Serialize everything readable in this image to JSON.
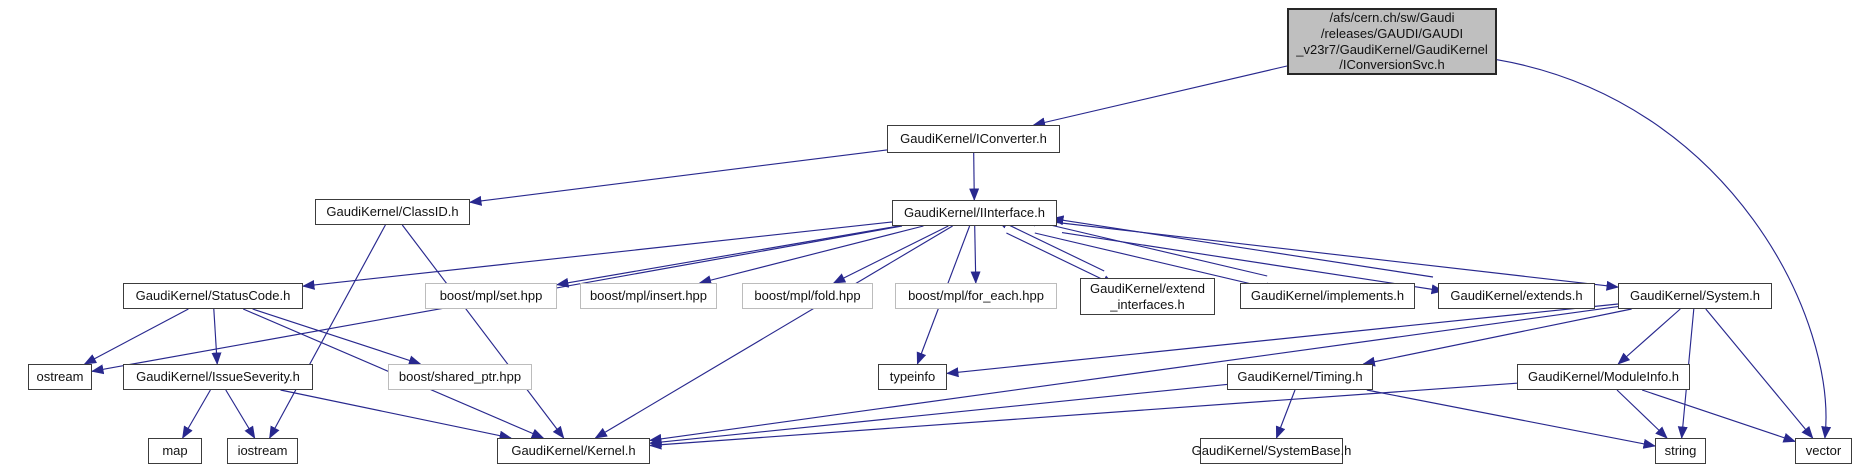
{
  "diagram": {
    "kind": "include-dependency-graph",
    "background_color": "#ffffff",
    "edge_color": "#28288E",
    "current_node_fill": "#bfbfbf",
    "nodes": [
      {
        "id": "conv",
        "label": "/afs/cern.ch/sw/Gaudi\n/releases/GAUDI/GAUDI\n_v23r7/GaudiKernel/GaudiKernel\n/IConversionSvc.h",
        "kind": "current"
      },
      {
        "id": "iconverter",
        "label": "GaudiKernel/IConverter.h",
        "kind": "internal"
      },
      {
        "id": "classid",
        "label": "GaudiKernel/ClassID.h",
        "kind": "internal"
      },
      {
        "id": "iinterface",
        "label": "GaudiKernel/IInterface.h",
        "kind": "internal"
      },
      {
        "id": "statuscode",
        "label": "GaudiKernel/StatusCode.h",
        "kind": "internal"
      },
      {
        "id": "mpl_set",
        "label": "boost/mpl/set.hpp",
        "kind": "external"
      },
      {
        "id": "mpl_insert",
        "label": "boost/mpl/insert.hpp",
        "kind": "external"
      },
      {
        "id": "mpl_fold",
        "label": "boost/mpl/fold.hpp",
        "kind": "external"
      },
      {
        "id": "mpl_foreach",
        "label": "boost/mpl/for_each.hpp",
        "kind": "external"
      },
      {
        "id": "extintf",
        "label": "GaudiKernel/extend\n_interfaces.h",
        "kind": "internal"
      },
      {
        "id": "implements",
        "label": "GaudiKernel/implements.h",
        "kind": "internal"
      },
      {
        "id": "extends",
        "label": "GaudiKernel/extends.h",
        "kind": "internal"
      },
      {
        "id": "system",
        "label": "GaudiKernel/System.h",
        "kind": "internal"
      },
      {
        "id": "ostream",
        "label": "ostream",
        "kind": "leaf"
      },
      {
        "id": "issueseverity",
        "label": "GaudiKernel/IssueSeverity.h",
        "kind": "internal"
      },
      {
        "id": "sharedptr",
        "label": "boost/shared_ptr.hpp",
        "kind": "external"
      },
      {
        "id": "typeinfo",
        "label": "typeinfo",
        "kind": "leaf"
      },
      {
        "id": "timing",
        "label": "GaudiKernel/Timing.h",
        "kind": "internal"
      },
      {
        "id": "moduleinfo",
        "label": "GaudiKernel/ModuleInfo.h",
        "kind": "internal"
      },
      {
        "id": "map",
        "label": "map",
        "kind": "leaf"
      },
      {
        "id": "iostream",
        "label": "iostream",
        "kind": "leaf"
      },
      {
        "id": "kernel",
        "label": "GaudiKernel/Kernel.h",
        "kind": "internal"
      },
      {
        "id": "systembase",
        "label": "GaudiKernel/SystemBase.h",
        "kind": "internal"
      },
      {
        "id": "string",
        "label": "string",
        "kind": "leaf"
      },
      {
        "id": "vector",
        "label": "vector",
        "kind": "leaf"
      }
    ],
    "edges": [
      {
        "from": "conv",
        "to": "iconverter"
      },
      {
        "from": "conv",
        "to": "vector"
      },
      {
        "from": "iconverter",
        "to": "classid"
      },
      {
        "from": "iconverter",
        "to": "iinterface"
      },
      {
        "from": "classid",
        "to": "iostream"
      },
      {
        "from": "classid",
        "to": "kernel"
      },
      {
        "from": "iinterface",
        "to": "ostream"
      },
      {
        "from": "iinterface",
        "to": "statuscode"
      },
      {
        "from": "iinterface",
        "to": "kernel"
      },
      {
        "from": "iinterface",
        "to": "typeinfo"
      },
      {
        "from": "iinterface",
        "to": "mpl_set"
      },
      {
        "from": "iinterface",
        "to": "mpl_insert"
      },
      {
        "from": "iinterface",
        "to": "mpl_fold"
      },
      {
        "from": "iinterface",
        "to": "mpl_foreach"
      },
      {
        "from": "iinterface",
        "to": "extintf"
      },
      {
        "from": "iinterface",
        "to": "implements"
      },
      {
        "from": "iinterface",
        "to": "extends"
      },
      {
        "from": "iinterface",
        "to": "system"
      },
      {
        "from": "extintf",
        "to": "iinterface"
      },
      {
        "from": "implements",
        "to": "iinterface"
      },
      {
        "from": "extends",
        "to": "iinterface"
      },
      {
        "from": "statuscode",
        "to": "ostream"
      },
      {
        "from": "statuscode",
        "to": "issueseverity"
      },
      {
        "from": "statuscode",
        "to": "sharedptr"
      },
      {
        "from": "statuscode",
        "to": "kernel"
      },
      {
        "from": "issueseverity",
        "to": "map"
      },
      {
        "from": "issueseverity",
        "to": "iostream"
      },
      {
        "from": "issueseverity",
        "to": "kernel"
      },
      {
        "from": "system",
        "to": "typeinfo"
      },
      {
        "from": "system",
        "to": "string"
      },
      {
        "from": "system",
        "to": "vector"
      },
      {
        "from": "system",
        "to": "moduleinfo"
      },
      {
        "from": "system",
        "to": "timing"
      },
      {
        "from": "system",
        "to": "kernel"
      },
      {
        "from": "timing",
        "to": "systembase"
      },
      {
        "from": "timing",
        "to": "kernel"
      },
      {
        "from": "timing",
        "to": "string"
      },
      {
        "from": "moduleinfo",
        "to": "kernel"
      },
      {
        "from": "moduleinfo",
        "to": "string"
      },
      {
        "from": "moduleinfo",
        "to": "vector"
      }
    ]
  }
}
